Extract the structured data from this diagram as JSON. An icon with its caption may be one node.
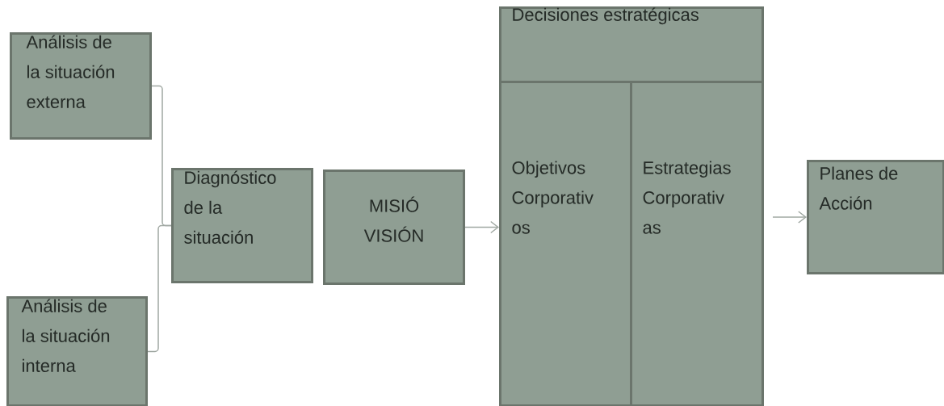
{
  "diagram": {
    "nodes": [
      {
        "text": [
          "Análisis de la situación externa"
        ]
      },
      {
        "text": [
          "Análisis de la situación interna"
        ]
      },
      {
        "text": [
          "Diagnóstico de la situación"
        ]
      },
      {
        "text": [
          "MISIÓ VISIÓN"
        ]
      },
      {
        "text": [
          "Decisiones estratégicas"
        ]
      },
      {
        "text": [
          "Objetivos Corporativ os"
        ],
        "in": 4
      },
      {
        "text": [
          "Estrategias Corporativ as"
        ],
        "in": 4
      },
      {
        "text": [
          "Planes de Acción"
        ]
      }
    ],
    "edges": [
      {
        "from": 0,
        "to": 2,
        "arrow": "none"
      },
      {
        "from": 1,
        "to": 2,
        "arrow": "none"
      },
      {
        "from": 3,
        "to": 5,
        "arrow": "to"
      },
      {
        "from": 6,
        "to": 7,
        "arrow": "to"
      }
    ]
  }
}
